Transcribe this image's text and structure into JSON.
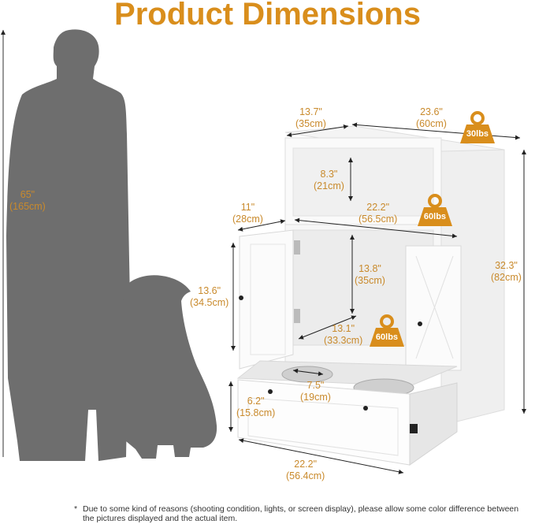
{
  "title": "Product Dimensions",
  "accent_color": "#d98e1c",
  "silhouettes": {
    "person": {
      "height_in": "65\"",
      "height_cm": "(165cm)"
    },
    "dog": {
      "icon": "dog-silhouette"
    }
  },
  "dimensions": {
    "top_depth": {
      "in": "13.7\"",
      "cm": "(35cm)"
    },
    "top_width": {
      "in": "23.6\"",
      "cm": "(60cm)"
    },
    "shelf_height": {
      "in": "8.3\"",
      "cm": "(21cm)"
    },
    "cabinet_depth": {
      "in": "11\"",
      "cm": "(28cm)"
    },
    "inner_width": {
      "in": "22.2\"",
      "cm": "(56.5cm)"
    },
    "door_height": {
      "in": "13.6\"",
      "cm": "(34.5cm)"
    },
    "inner_height": {
      "in": "13.8\"",
      "cm": "(35cm)"
    },
    "inner_depth": {
      "in": "13.1\"",
      "cm": "(33.3cm)"
    },
    "total_height": {
      "in": "32.3\"",
      "cm": "(82cm)"
    },
    "bowl_diameter": {
      "in": "7.5\"",
      "cm": "(19cm)"
    },
    "drawer_height": {
      "in": "6.2\"",
      "cm": "(15.8cm)"
    },
    "drawer_width": {
      "in": "22.2\"",
      "cm": "(56.4cm)"
    }
  },
  "weight_badges": {
    "top": "30lbs",
    "shelf": "60lbs",
    "cabinet": "60lbs"
  },
  "footnote": {
    "star": "*",
    "text": "Due to some kind of reasons (shooting condition, lights, or screen display), please allow some color difference between the pictures displayed and the actual item."
  }
}
